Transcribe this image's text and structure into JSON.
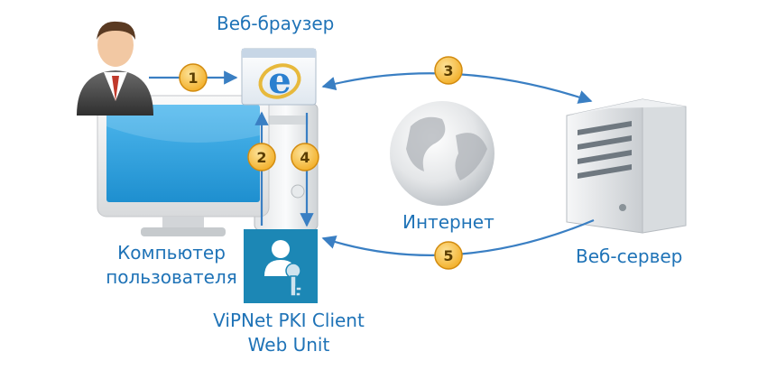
{
  "labels": {
    "browser": "Веб-браузер",
    "computer_line1": "Компьютер",
    "computer_line2": "пользователя",
    "internet": "Интернет",
    "server": "Веб-сервер",
    "client_line1": "ViPNet PKI Client",
    "client_line2": "Web Unit"
  },
  "steps": [
    "1",
    "2",
    "3",
    "4",
    "5"
  ],
  "colors": {
    "label_text": "#1f73b7",
    "arrow": "#3a7fc3",
    "step_badge": "#f4b731",
    "step_badge_border": "#d28b0f",
    "client_tile": "#1c87b5"
  },
  "icons": {
    "user": "user-icon",
    "browser": "browser-e-icon",
    "computer": "monitor-icon",
    "globe": "globe-icon",
    "server": "server-tower-icon",
    "client": "pki-client-keys-icon"
  }
}
